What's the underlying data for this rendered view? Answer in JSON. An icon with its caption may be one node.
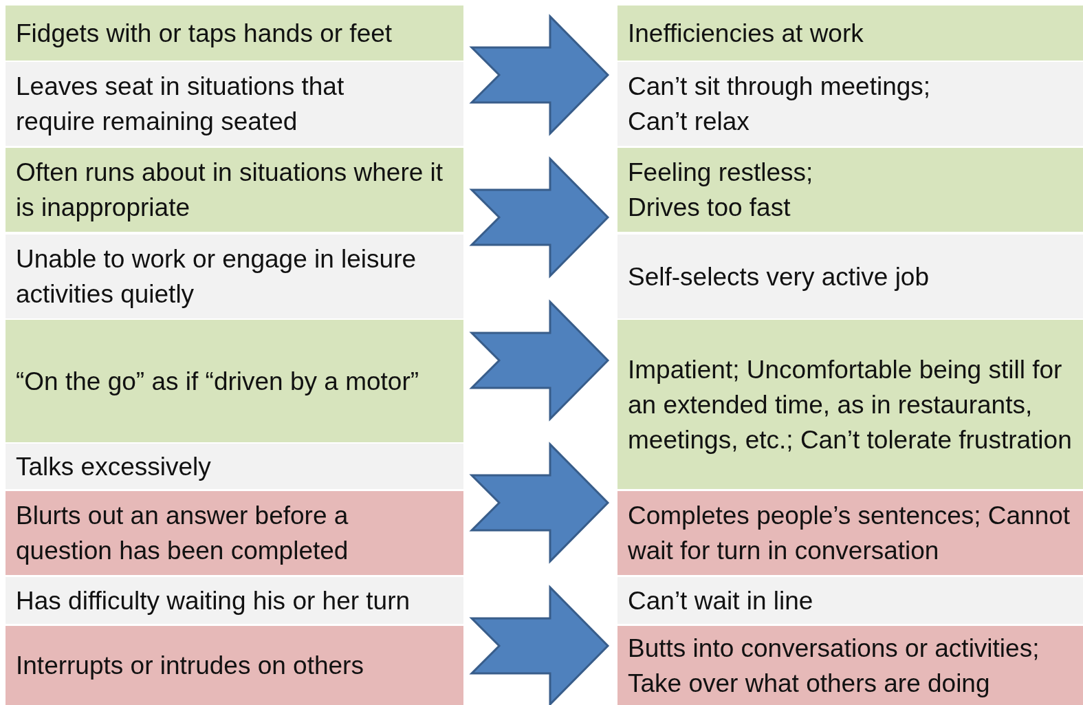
{
  "diagram": {
    "nodes": [
      {
        "text": [
          "Fidgets with or taps hands or feet"
        ]
      },
      {
        "text": [
          "Leaves seat in situations that require remaining seated"
        ]
      },
      {
        "text": [
          "Often runs about in situations where it is inappropriate"
        ]
      },
      {
        "text": [
          "Unable to work or engage in leisure activities quietly"
        ]
      },
      {
        "text": [
          "“On the go” as if “driven by a motor”"
        ]
      },
      {
        "text": [
          "Talks excessively"
        ]
      },
      {
        "text": [
          "Blurts out an answer before a question has been completed"
        ]
      },
      {
        "text": [
          "Has difficulty waiting his or her turn"
        ]
      },
      {
        "text": [
          "Interrupts or intrudes on others"
        ]
      },
      {
        "text": [
          "Inefficiencies at work"
        ]
      },
      {
        "text": [
          "Can’t sit through meetings; Can’t relax"
        ]
      },
      {
        "text": [
          "Feeling restless; Drives too fast"
        ]
      },
      {
        "text": [
          "Self-selects very active job"
        ]
      },
      {
        "text": [
          "Impatient; Uncomfortable being still for an extended time, as in restaurants, meetings, etc.; Can’t tolerate frustration"
        ]
      },
      {
        "text": [
          "Completes people’s sentences; Cannot wait for turn in conversation"
        ]
      },
      {
        "text": [
          "Can’t wait in line"
        ]
      },
      {
        "text": [
          "Butts into conversations or activities; Take over what others are doing"
        ]
      }
    ],
    "edges": [
      {
        "from": 0,
        "to": 9,
        "arrow": "to"
      },
      {
        "from": 1,
        "to": 10,
        "arrow": "to"
      },
      {
        "from": 2,
        "to": 11,
        "arrow": "to"
      },
      {
        "from": 3,
        "to": 12,
        "arrow": "to"
      },
      {
        "from": 4,
        "to": 13,
        "arrow": "to"
      },
      {
        "from": 5,
        "to": 13,
        "arrow": "to"
      },
      {
        "from": 6,
        "to": 14,
        "arrow": "to"
      },
      {
        "from": 7,
        "to": 15,
        "arrow": "to"
      },
      {
        "from": 8,
        "to": 16,
        "arrow": "to"
      }
    ]
  }
}
